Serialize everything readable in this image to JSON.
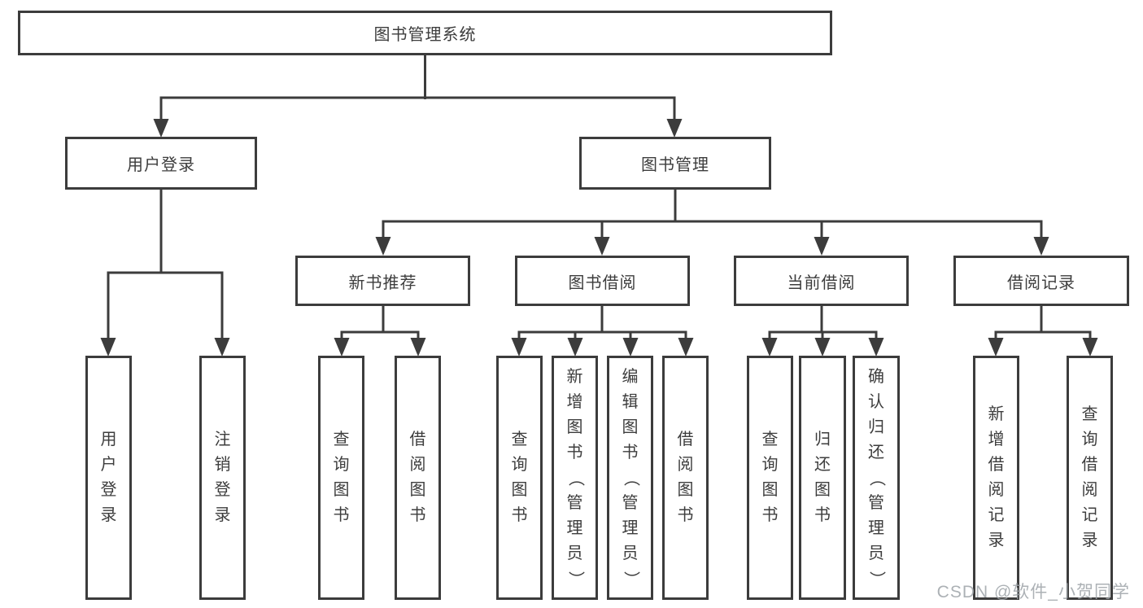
{
  "title": "图书管理系统",
  "watermark": "CSDN @软件_小贺同学",
  "level1": [
    {
      "label": "用户登录",
      "leaves": [
        "用户登录",
        "注销登录"
      ]
    },
    {
      "label": "图书管理"
    }
  ],
  "level2": [
    {
      "label": "新书推荐",
      "leaves": [
        "查询图书",
        "借阅图书"
      ]
    },
    {
      "label": "图书借阅",
      "leaves": [
        "查询图书",
        "新增图书（管理员）",
        "编辑图书（管理员）",
        "借阅图书"
      ]
    },
    {
      "label": "当前借阅",
      "leaves": [
        "查询图书",
        "归还图书",
        "确认归还（管理员）"
      ]
    },
    {
      "label": "借阅记录",
      "leaves": [
        "新增借阅记录",
        "查询借阅记录"
      ]
    }
  ]
}
